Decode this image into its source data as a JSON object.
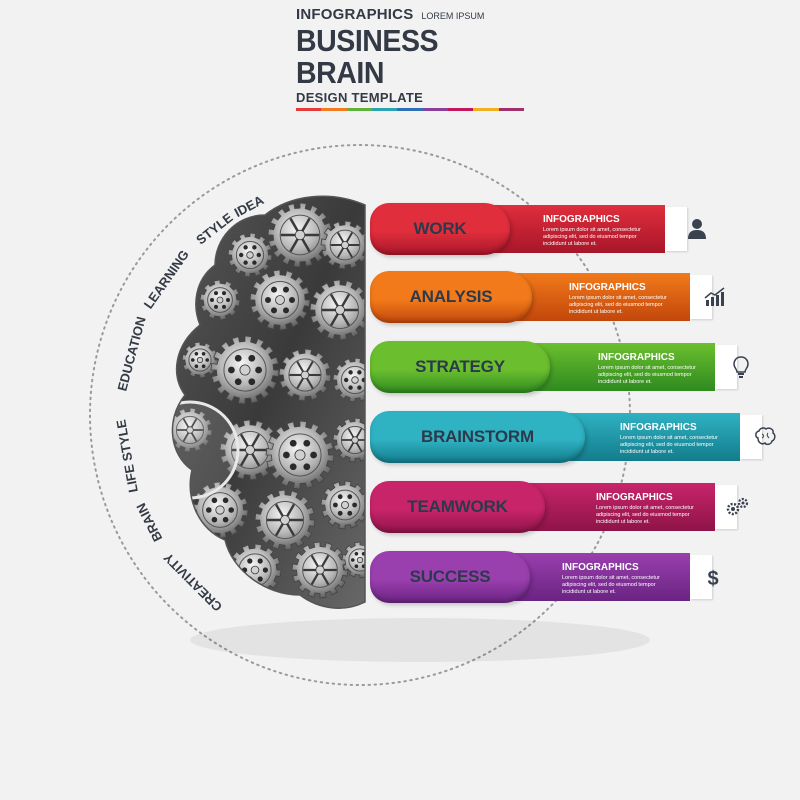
{
  "header": {
    "infographics": "INFOGRAPHICS",
    "lorem": "LOREM IPSUM",
    "title": "BUSINESS BRAIN",
    "subtitle": "DESIGN TEMPLATE",
    "bar_colors": [
      "#e53a3a",
      "#f07c1f",
      "#5fb33a",
      "#2aa3b5",
      "#2e6fb5",
      "#8a3f9a",
      "#c2185b",
      "#f0b020",
      "#a0306a"
    ]
  },
  "ring_words": [
    "IDEA",
    "STYLE",
    "LEARNING",
    "EDUCATION",
    "LIFE STYLE",
    "BRAIN",
    "CREATIVITY"
  ],
  "items": [
    {
      "label": "WORK",
      "title": "INFOGRAPHICS",
      "desc": "Lorem ipsum dolor sit amet, consectetur adipiscing elit, sed do eiusmod tempor incididunt ut labore et.",
      "color": "#e02e3c",
      "dark": "#a8162a",
      "icon": "user-icon"
    },
    {
      "label": "ANALYSIS",
      "title": "INFOGRAPHICS",
      "desc": "Lorem ipsum dolor sit amet, consectetur adipiscing elit, sed do eiusmod tempor incididunt ut labore et.",
      "color": "#f27a1a",
      "dark": "#c2470c",
      "icon": "growth-chart-icon"
    },
    {
      "label": "STRATEGY",
      "title": "INFOGRAPHICS",
      "desc": "Lorem ipsum dolor sit amet, consectetur adipiscing elit, sed do eiusmod tempor incididunt ut labore et.",
      "color": "#6bbf2e",
      "dark": "#2f8a20",
      "icon": "lightbulb-icon"
    },
    {
      "label": "BRAINSTORM",
      "title": "INFOGRAPHICS",
      "desc": "Lorem ipsum dolor sit amet, consectetur adipiscing elit, sed do eiusmod tempor incididunt ut labore et.",
      "color": "#2fb2c2",
      "dark": "#137c8c",
      "icon": "brain-icon"
    },
    {
      "label": "TEAMWORK",
      "title": "INFOGRAPHICS",
      "desc": "Lorem ipsum dolor sit amet, consectetur adipiscing elit, sed do eiusmod tempor incididunt ut labore et.",
      "color": "#c8246a",
      "dark": "#8e1448",
      "icon": "gears-icon"
    },
    {
      "label": "SUCCESS",
      "title": "INFOGRAPHICS",
      "desc": "Lorem ipsum dolor sit amet, consectetur adipiscing elit, sed do eiusmod tempor incididunt ut labore et.",
      "color": "#9a3fae",
      "dark": "#6a2482",
      "icon": "dollar-icon"
    }
  ]
}
